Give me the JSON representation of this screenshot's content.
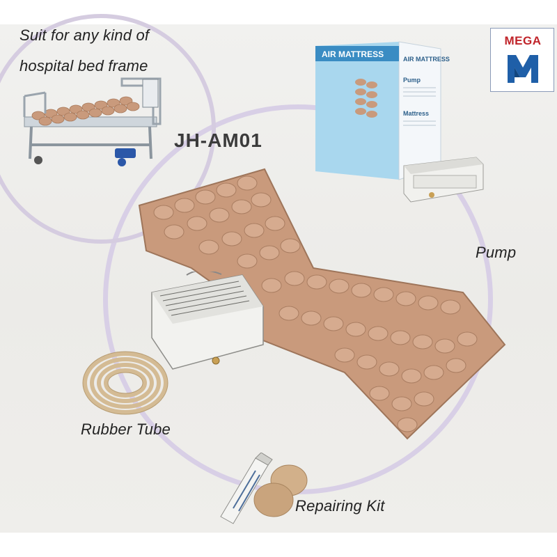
{
  "brand": {
    "name": "MEGA",
    "logo_icon": "mega-m-logo-icon",
    "colors": {
      "red": "#c0242a",
      "blue": "#1f5fa8"
    }
  },
  "product": {
    "model": "JH-AM01"
  },
  "captions": {
    "bed_line1": "Suit for any kind of",
    "bed_line2": "hospital bed frame",
    "pump": "Pump",
    "tube": "Rubber Tube",
    "kit": "Repairing Kit"
  },
  "package_box": {
    "front_title": "AIR MATTRESS",
    "side_title": "AIR MATTRESS",
    "side_pump": "Pump",
    "side_mattress": "Mattress"
  },
  "colors": {
    "mattress": "#c99a7c",
    "ring": "#d8cfe6",
    "tube": "#d4bb94"
  }
}
